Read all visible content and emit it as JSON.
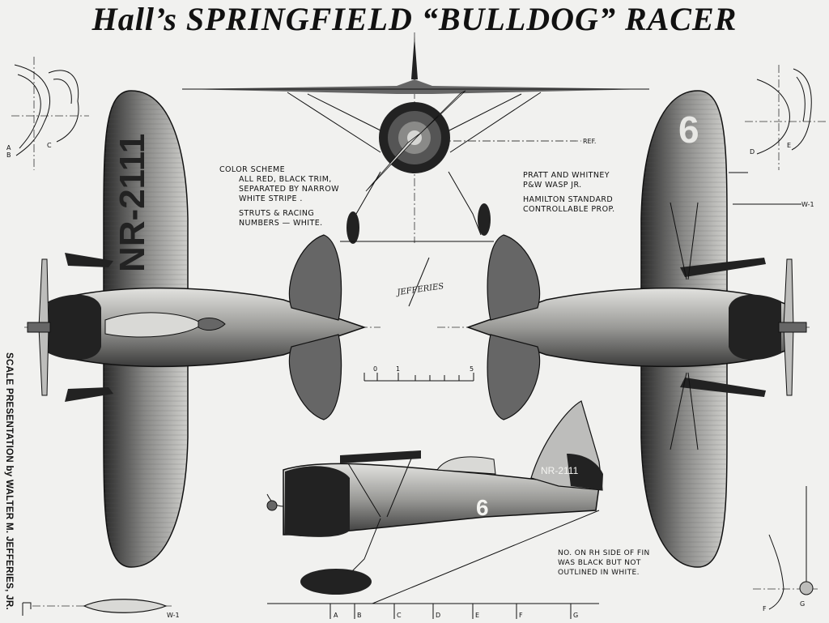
{
  "title": "Hall’s SPRINGFIELD “BULLDOG” RACER",
  "color_scheme": {
    "heading": "COLOR SCHEME",
    "lines": [
      "ALL RED, BLACK TRIM,",
      "SEPARATED BY NARROW",
      "WHITE STRIPE ."
    ],
    "struts": [
      "STRUTS & RACING",
      "NUMBERS — WHITE."
    ]
  },
  "engine_note": {
    "lines": [
      "PRATT AND WHITNEY",
      "P&W  WASP JR."
    ],
    "prop": [
      "HAMILTON STANDARD",
      "CONTROLLABLE PROP."
    ]
  },
  "fin_note": [
    "NO. ON RH SIDE OF FIN",
    "WAS BLACK BUT NOT",
    "OUTLINED IN WHITE."
  ],
  "credit": "SCALE PRESENTATION by WALTER M. JEFFERIES, JR.",
  "signature": "JEFFERIES",
  "registration": "NR-2111",
  "racing_number": "6",
  "ref_label": "REF.",
  "w1_label": "W-1",
  "scale": {
    "zero": "0",
    "one": "1",
    "five": "5"
  },
  "section_labels": {
    "A": "A",
    "B": "B",
    "C": "C",
    "D": "D",
    "E": "E",
    "F": "F",
    "G": "G"
  }
}
